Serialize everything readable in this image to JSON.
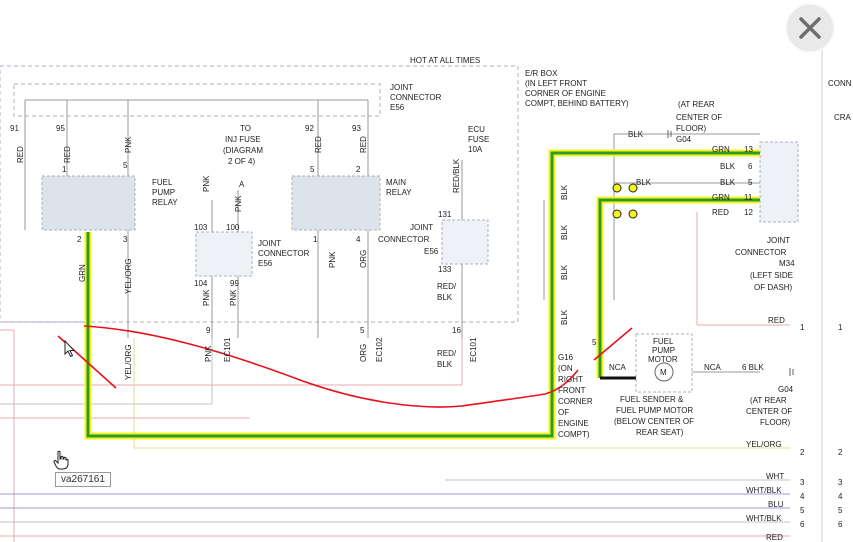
{
  "tooltip": "va267161",
  "labels": {
    "hot_at_all_times": "HOT AT ALL TIMES",
    "jc_top_1": "JOINT",
    "jc_top_2": "CONNECTOR",
    "jc_top_3": "E56",
    "er1": "E/R BOX",
    "er2": "(IN LEFT FRONT",
    "er3": "CORNER OF ENGINE",
    "er4": "COMPT, BEHIND BATTERY)",
    "rear1": "(AT REAR",
    "rear2": "CENTER OF",
    "rear3": "FLOOR)",
    "g04": "G04",
    "ecu1": "ECU",
    "ecu2": "FUSE",
    "ecu3": "10A",
    "to1": "TO",
    "to2": "INJ FUSE",
    "to3": "(DIAGRAM",
    "to4": "2 OF 4)",
    "a": "A",
    "fpr1": "FUEL",
    "fpr2": "PUMP",
    "fpr3": "RELAY",
    "mr1": "MAIN",
    "mr2": "RELAY",
    "jc_mid_1": "JOINT",
    "jc_mid_2": "CONNECTOR",
    "jc_mid_3": "E56",
    "jc_r1": "JOINT",
    "jc_r2": "CONNECTOR",
    "jc_r3": "E56",
    "m34_1": "JOINT",
    "m34_2": "CONNECTOR",
    "m34_3": "M34",
    "m34_4": "(LEFT SIDE",
    "m34_5": "OF DASH)",
    "fpm1": "FUEL",
    "fpm2": "PUMP",
    "fpm3": "MOTOR",
    "nca1": "NCA",
    "nca2": "NCA",
    "blk6": "6 BLK",
    "g04b": "G04",
    "rearb1": "(AT REAR",
    "rearb2": "CENTER OF",
    "rearb3": "FLOOR)",
    "fs1": "FUEL SENDER &",
    "fs2": "FUEL PUMP MOTOR",
    "fs3": "(BELOW CENTER OF",
    "fs4": "REAR SEAT)",
    "g16_1": "G16",
    "g16_2": "(ON",
    "g16_3": "RIGHT",
    "g16_4": "FRONT",
    "g16_5": "CORNER",
    "g16_6": "OF",
    "g16_7": "ENGINE",
    "g16_8": "COMPT)",
    "m_g": "M",
    "conn_r": "CONN",
    "cra": "CRA"
  },
  "wires": {
    "red_91": "RED",
    "red_95": "RED",
    "pnk_5": "PNK",
    "red_92": "RED",
    "red_93": "RED",
    "redblk_ecu": "RED/BLK",
    "pnk_a": "PNK",
    "pnk_b": "PNK",
    "grn_2": "GRN",
    "yelorg_3": "YEL/ORG",
    "pnk_1": "PNK",
    "org_4": "ORG",
    "pnk_104": "PNK",
    "pnk_99": "PNK",
    "redblk_133a": "RED/",
    "redblk_133b": "BLK",
    "yelorg_low": "YEL/ORG",
    "pnk_9": "PNK",
    "ec101a": "EC101",
    "org_5": "ORG",
    "ec102": "EC102",
    "redblk_16a": "RED/",
    "redblk_16b": "BLK",
    "ec101b": "EC101",
    "blk_top": "BLK",
    "grn_13": "GRN",
    "blk_6": "BLK",
    "blk_5": "BLK",
    "blk_mid": "BLK",
    "grn_11": "GRN",
    "red_12": "RED",
    "blk_v1": "BLK",
    "blk_v2": "BLK",
    "blk_v3": "BLK",
    "blk_v4": "BLK",
    "red_m34": "RED",
    "yelorg_r": "YEL/ORG",
    "wht": "WHT",
    "whtblk1": "WHT/BLK",
    "blu": "BLU",
    "whtblk2": "WHT/BLK",
    "red_bot": "RED"
  },
  "pins": {
    "p91": "91",
    "p95": "95",
    "p5a": "5",
    "p92": "92",
    "p93": "93",
    "p1a": "1",
    "p5b": "5",
    "p2a": "2",
    "p2b": "2",
    "p3": "3",
    "p103": "103",
    "p100": "100",
    "p1b": "1",
    "p4": "4",
    "p104": "104",
    "p99": "99",
    "p131": "131",
    "p133": "133",
    "p9": "9",
    "p5c": "5",
    "p16": "16",
    "p13": "13",
    "p6": "6",
    "p5d": "5",
    "p11": "11",
    "p12": "12",
    "p5e": "5",
    "p1c": "1",
    "p1d": "1",
    "p2c": "2",
    "p2d": "2",
    "p3a": "3",
    "p3b": "3",
    "p4a": "4",
    "p4b": "4",
    "p5f": "5",
    "p5g": "5",
    "p6a": "6",
    "p6b": "6"
  },
  "colors": {
    "highlight_yellow": "#f5f51a",
    "highlight_green": "#2e9a2e",
    "annotation_red": "#e8101b",
    "wire_red": "#e8a8a8",
    "wire_blue": "#9a9ae0",
    "wire_yellow": "#e6dc8a",
    "box_dash": "#a8b0c0"
  }
}
